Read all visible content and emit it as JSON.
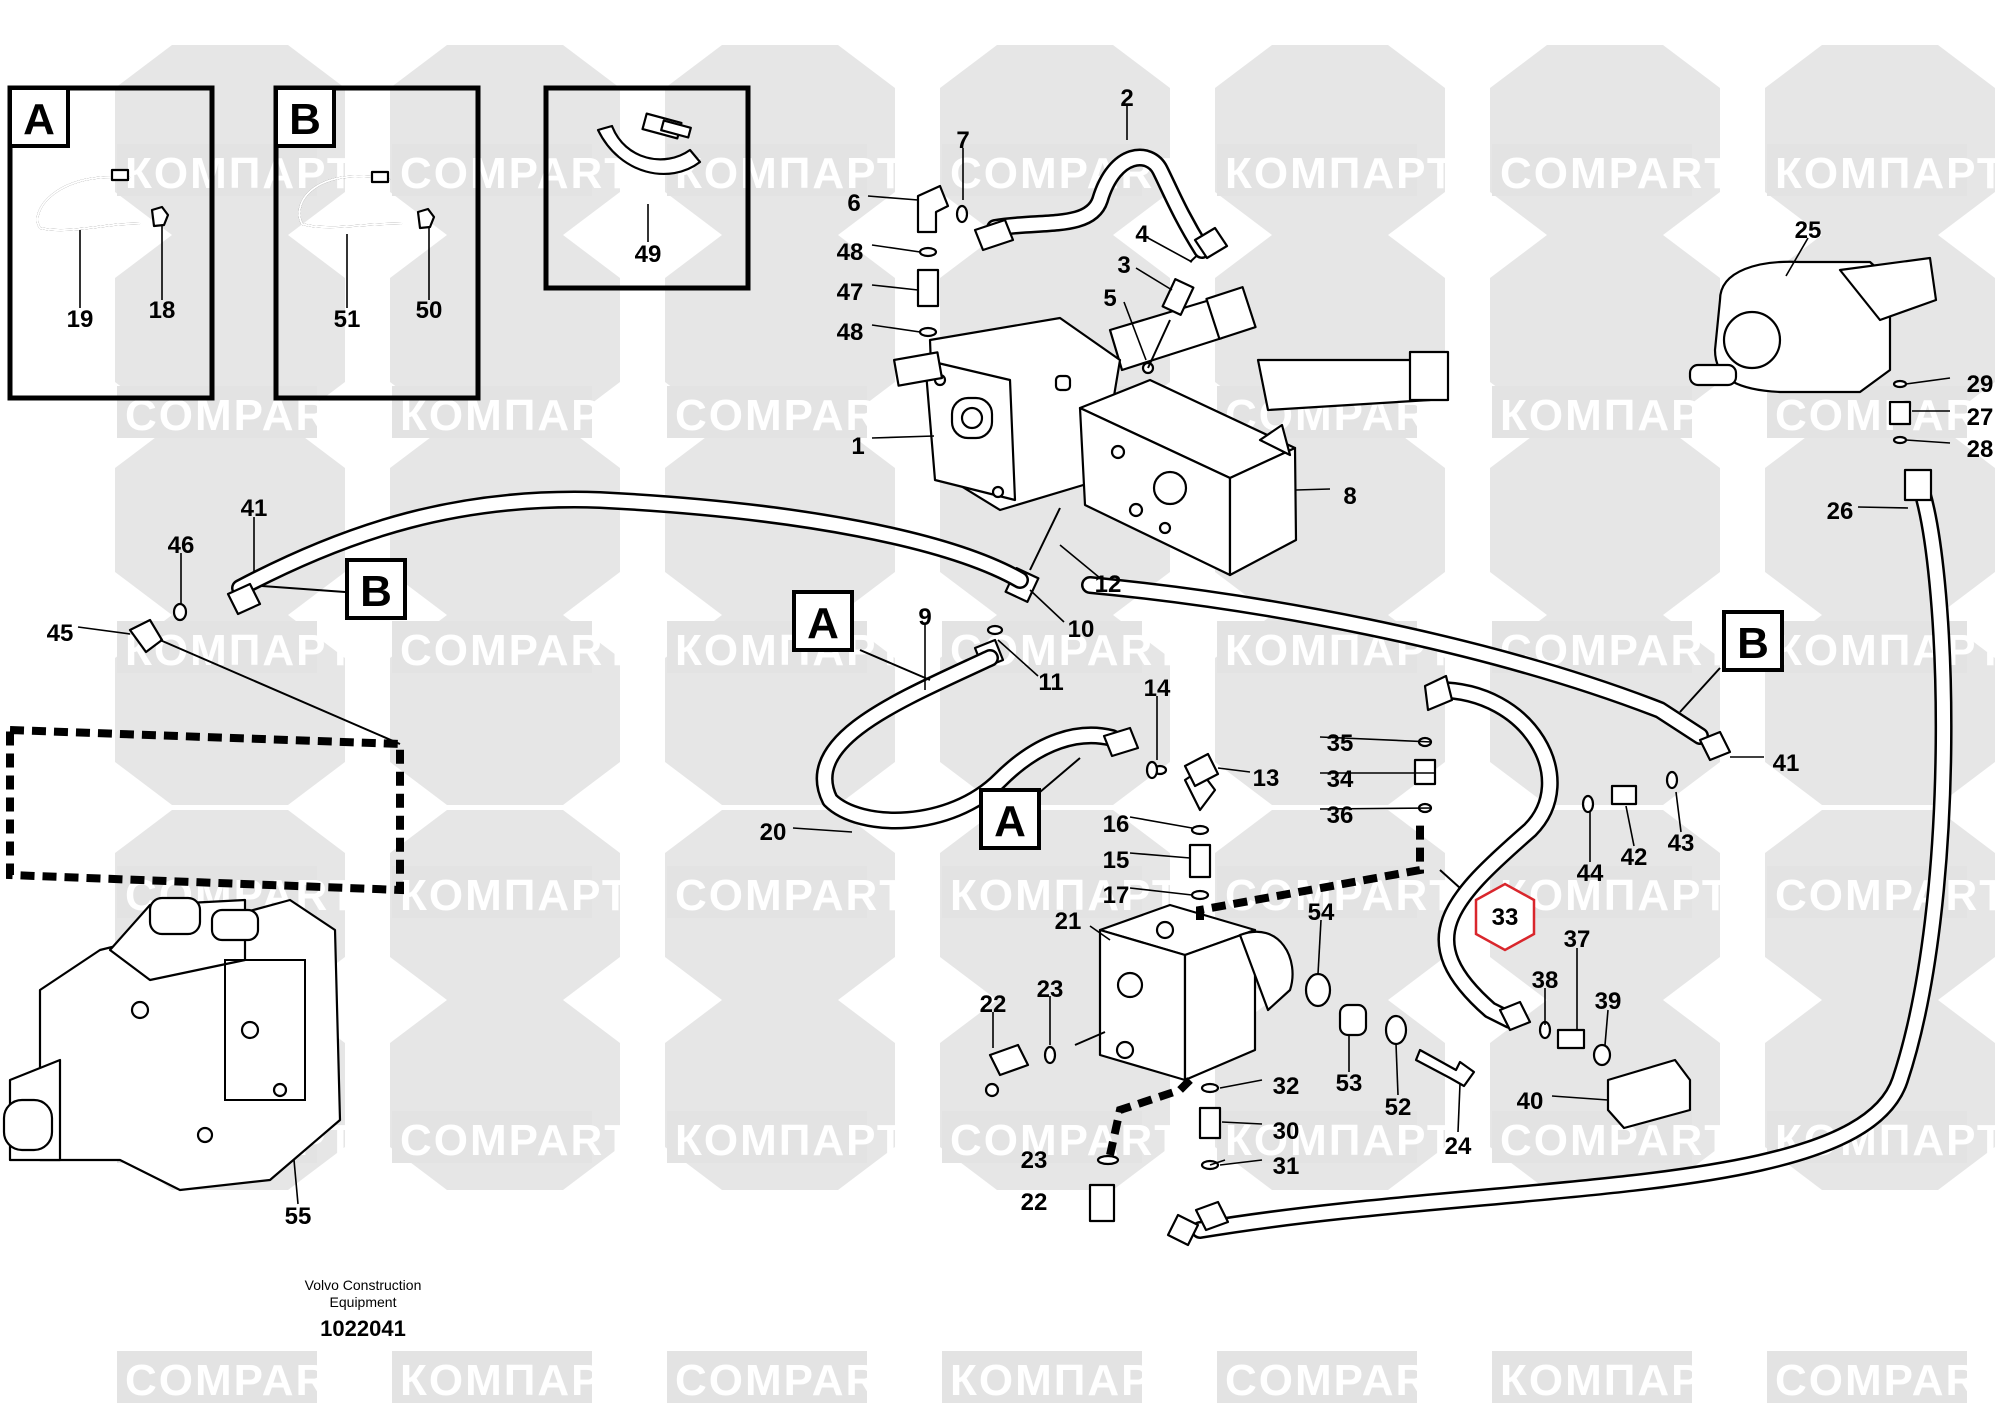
{
  "diagram": {
    "callouts": [
      {
        "id": "c1",
        "text": "1"
      },
      {
        "id": "c2",
        "text": "2"
      },
      {
        "id": "c3",
        "text": "3"
      },
      {
        "id": "c4",
        "text": "4"
      },
      {
        "id": "c5",
        "text": "5"
      },
      {
        "id": "c6",
        "text": "6"
      },
      {
        "id": "c7",
        "text": "7"
      },
      {
        "id": "c8",
        "text": "8"
      },
      {
        "id": "c9",
        "text": "9"
      },
      {
        "id": "c10",
        "text": "10"
      },
      {
        "id": "c11",
        "text": "11"
      },
      {
        "id": "c12",
        "text": "12"
      },
      {
        "id": "c13",
        "text": "13"
      },
      {
        "id": "c14",
        "text": "14"
      },
      {
        "id": "c15",
        "text": "15"
      },
      {
        "id": "c16",
        "text": "16"
      },
      {
        "id": "c17",
        "text": "17"
      },
      {
        "id": "c18",
        "text": "18"
      },
      {
        "id": "c19",
        "text": "19"
      },
      {
        "id": "c20",
        "text": "20"
      },
      {
        "id": "c21",
        "text": "21"
      },
      {
        "id": "c22a",
        "text": "22"
      },
      {
        "id": "c22b",
        "text": "22"
      },
      {
        "id": "c23a",
        "text": "23"
      },
      {
        "id": "c23b",
        "text": "23"
      },
      {
        "id": "c24",
        "text": "24"
      },
      {
        "id": "c25",
        "text": "25"
      },
      {
        "id": "c26",
        "text": "26"
      },
      {
        "id": "c27",
        "text": "27"
      },
      {
        "id": "c28",
        "text": "28"
      },
      {
        "id": "c29",
        "text": "29"
      },
      {
        "id": "c30",
        "text": "30"
      },
      {
        "id": "c31",
        "text": "31"
      },
      {
        "id": "c32",
        "text": "32"
      },
      {
        "id": "c34",
        "text": "34"
      },
      {
        "id": "c35",
        "text": "35"
      },
      {
        "id": "c36",
        "text": "36"
      },
      {
        "id": "c37",
        "text": "37"
      },
      {
        "id": "c38",
        "text": "38"
      },
      {
        "id": "c39",
        "text": "39"
      },
      {
        "id": "c40",
        "text": "40"
      },
      {
        "id": "c41a",
        "text": "41"
      },
      {
        "id": "c41b",
        "text": "41"
      },
      {
        "id": "c42",
        "text": "42"
      },
      {
        "id": "c43",
        "text": "43"
      },
      {
        "id": "c44",
        "text": "44"
      },
      {
        "id": "c45",
        "text": "45"
      },
      {
        "id": "c46",
        "text": "46"
      },
      {
        "id": "c47",
        "text": "47"
      },
      {
        "id": "c48a",
        "text": "48"
      },
      {
        "id": "c48b",
        "text": "48"
      },
      {
        "id": "c49",
        "text": "49"
      },
      {
        "id": "c50",
        "text": "50"
      },
      {
        "id": "c51",
        "text": "51"
      },
      {
        "id": "c52",
        "text": "52"
      },
      {
        "id": "c53",
        "text": "53"
      },
      {
        "id": "c54",
        "text": "54"
      },
      {
        "id": "c55",
        "text": "55"
      }
    ],
    "highlighted_callout": "33",
    "highlight_color": "#d9262c",
    "detail_frames": [
      "A",
      "B"
    ],
    "reference_markers": [
      "B",
      "A",
      "A",
      "B"
    ],
    "footer": {
      "maker_line1": "Volvo Construction",
      "maker_line2": "Equipment",
      "drawing_number": "1022041"
    }
  },
  "watermark": {
    "text_cyrillic": "КОМПАРТ",
    "text_latin": "COMPART",
    "color": "#e3e3e3"
  }
}
